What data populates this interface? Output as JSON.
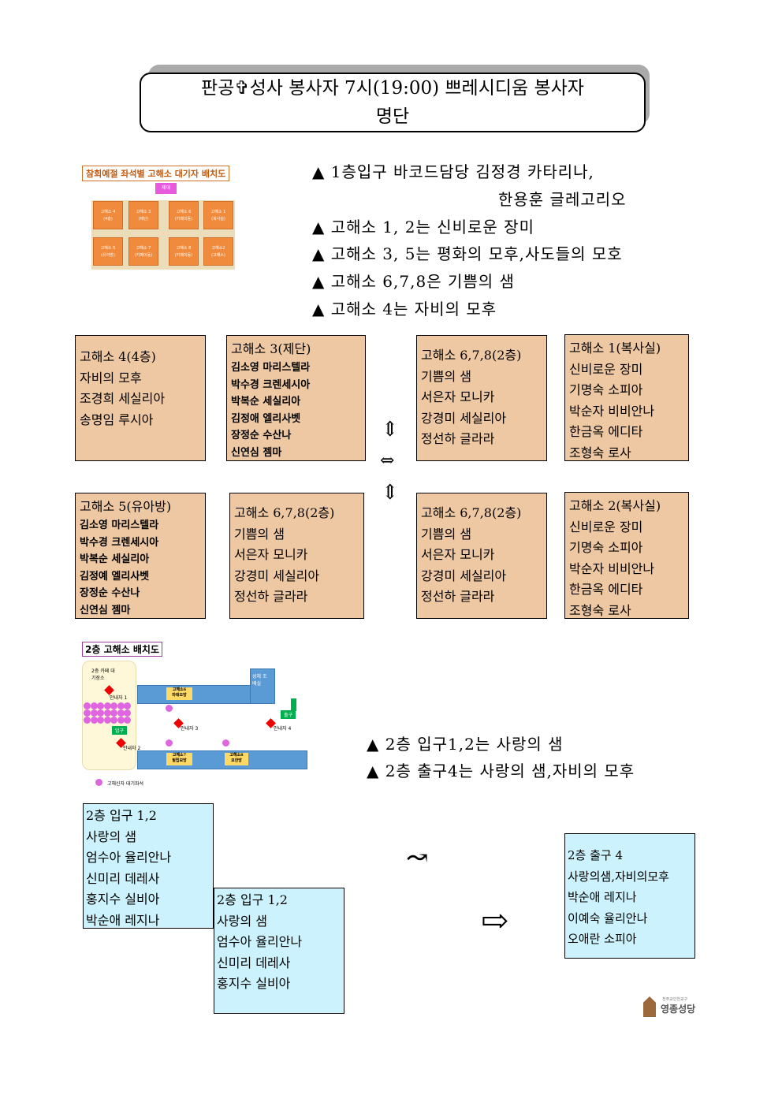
{
  "title": {
    "line1": "판공✞성사 봉사자 7시(19:00) 쁘레시디움 봉사자",
    "line2": "명단"
  },
  "bullets_top": [
    {
      "marker": "▲",
      "text": "1층입구 바코드담당 김정경 카타리나,",
      "cont": "한용훈 글레고리오"
    },
    {
      "marker": "▲",
      "text": "고해소 1, 2는 신비로운 장미"
    },
    {
      "marker": "▲",
      "text": "고해소 3, 5는 평화의 모후,사도들의 모호"
    },
    {
      "marker": "▲",
      "text": "고해소 6,7,8은 기쁨의 샘"
    },
    {
      "marker": "▲",
      "text": "고해소 4는 자비의 모후"
    }
  ],
  "floor1_map": {
    "title": "참회예절 좌석별 고해소 대기자 배치도",
    "altar": "제대",
    "seats": [
      [
        "고해소 4",
        "(4층)"
      ],
      [
        "고해소 3",
        "(제단)"
      ],
      [
        "고해소 6",
        "(카페이동)"
      ],
      [
        "고해소 1",
        "(복사실)"
      ],
      [
        "고해소 5",
        "(유아방)"
      ],
      [
        "고해소 7",
        "(카페이동)"
      ],
      [
        "고해소 8",
        "(카페이동)"
      ],
      [
        "고해소2",
        "(고해소)"
      ]
    ]
  },
  "boxes": [
    {
      "lines": [
        "고해소 4(4층)",
        "자비의 모후",
        "조경희 세실리아",
        "송명임 루시아"
      ]
    },
    {
      "lines": [
        "고해소 3(제단)",
        "김소영 마리스텔라",
        "박수경 크렌세시아",
        "박복순 세실리아",
        "김정애 엘리사벳",
        "장정순 수산나",
        "신연심 젬마"
      ]
    },
    {
      "lines": [
        "고해소 6,7,8(2층)",
        "기쁨의 샘",
        "서은자 모니카",
        "강경미 세실리아",
        "정선하 글라라"
      ]
    },
    {
      "lines": [
        "고해소 1(복사실)",
        "신비로운 장미",
        "기명숙 소피아",
        "박순자 비비안나",
        "한금옥 에디타",
        "조형숙 로사"
      ]
    },
    {
      "lines": [
        "고해소 5(유아방)",
        "김소영 마리스텔라",
        "박수경 크렌세시아",
        "박복순 세실리아",
        "김정예 엘리사벳",
        "장정순 수산나",
        "신연심 젬마"
      ]
    },
    {
      "lines": [
        "고해소 6,7,8(2층)",
        "기쁨의 샘",
        "서은자 모니카",
        "강경미 세실리아",
        "정선하 글라라"
      ]
    },
    {
      "lines": [
        "고해소 6,7,8(2층)",
        "기쁨의 샘",
        "서은자 모니카",
        "강경미 세실리아",
        "정선하 글라라"
      ]
    },
    {
      "lines": [
        "고해소 2(복사실)",
        "신비로운 장미",
        "기명숙 소피아",
        "박순자 비비안나",
        "한금옥 에디타",
        "조형숙 로사"
      ]
    }
  ],
  "arrows": {
    "updown": "⇕",
    "leftright": "⇔",
    "curve": "↝",
    "right": "⇨"
  },
  "floor2_map": {
    "title": "2층 고해소 배치도",
    "waiting": "2층 카페 대기장소",
    "room6": [
      "고해소6",
      "마태오방"
    ],
    "room7": [
      "고해소7",
      "필립보방"
    ],
    "room8": [
      "고해소8",
      "요한방"
    ],
    "sacristy": "성체 조배실",
    "guide1": "안내자 1",
    "guide2": "안내자 2",
    "guide3": "안내자 3",
    "guide4": "안내자 4",
    "entrance": "입구",
    "exit": "출구",
    "legend": "고해신자 대기좌석"
  },
  "bullets_floor2": [
    {
      "marker": "▲",
      "text": "2층 입구1,2는 사랑의 샘"
    },
    {
      "marker": "▲",
      "text": "2층 출구4는 사랑의 샘,자비의 모후"
    }
  ],
  "cyan_boxes": [
    {
      "lines": [
        "2층 입구 1,2",
        "사랑의 샘",
        "엄수아 율리안나",
        "신미리 데레사",
        "홍지수 실비아",
        "박순애 레지나"
      ]
    },
    {
      "lines": [
        "2층 입구 1,2",
        "사랑의 샘",
        "엄수아 율리안나",
        "신미리 데레사",
        "홍지수 실비아"
      ]
    },
    {
      "lines": [
        "2층 출구 4",
        "사랑의샘,자비의모후",
        "박순애 레지나",
        "이예숙 율리안나",
        "오애란 소피아"
      ]
    }
  ],
  "logo": {
    "small": "천주교인천교구",
    "name": "영종성당"
  }
}
